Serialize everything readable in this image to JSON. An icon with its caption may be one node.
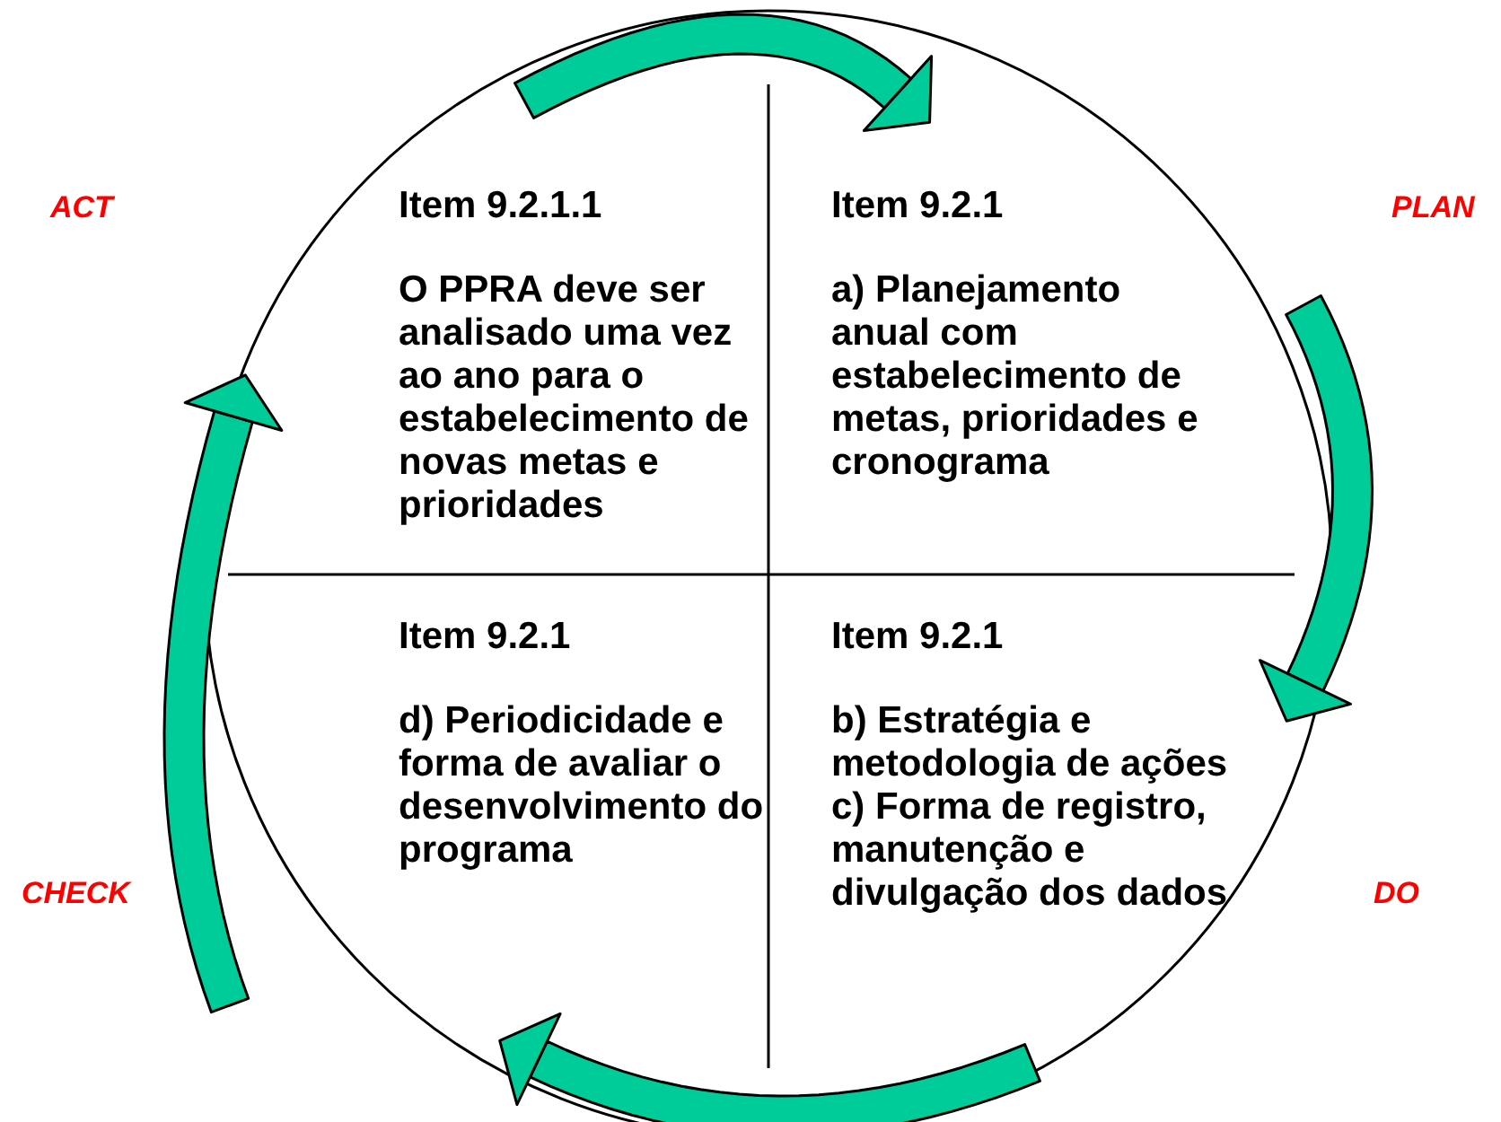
{
  "diagram": {
    "nodes": [
      {
        "text": [
          "Item 9.2.1.1",
          "O PPRA deve ser analisado uma vez ao ano para o estabelecimento de novas metas e prioridades"
        ]
      },
      {
        "text": [
          "Item 9.2.1",
          "a) Planejamento anual com estabelecimento de metas, prioridades e cronograma"
        ]
      },
      {
        "text": [
          "Item 9.2.1",
          "d) Periodicidade e forma de avaliar o desenvolvimento do programa"
        ]
      },
      {
        "text": [
          "Item 9.2.1",
          "b) Estratégia e metodologia de ações",
          "c) Forma de registro, manutenção e divulgação dos dados"
        ]
      }
    ],
    "edges": [
      {
        "from": 0,
        "to": 1,
        "arrow": "to"
      },
      {
        "from": 1,
        "to": 3,
        "arrow": "to"
      },
      {
        "from": 3,
        "to": 2,
        "arrow": "to"
      },
      {
        "from": 2,
        "to": 0,
        "arrow": "to"
      }
    ],
    "labels": [
      "ACT",
      "PLAN",
      "CHECK",
      "DO"
    ]
  }
}
